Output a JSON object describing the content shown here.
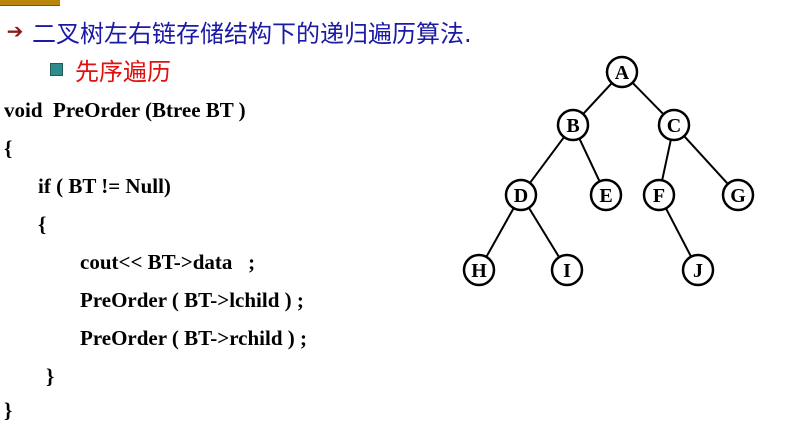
{
  "heading": {
    "text": "二叉树左右链存储结构下的递归遍历算法."
  },
  "subheading": {
    "text": "先序遍历"
  },
  "code": [
    "void  PreOrder (Btree BT )",
    "{",
    "if ( BT != Null)",
    "{",
    "cout<< BT->data   ;",
    "PreOrder ( BT->lchild ) ;",
    "PreOrder ( BT->rchild ) ;",
    "}",
    "}"
  ],
  "tree": {
    "nodes": [
      "A",
      "B",
      "C",
      "D",
      "E",
      "F",
      "G",
      "H",
      "I",
      "J"
    ],
    "edges": [
      [
        "A",
        "B"
      ],
      [
        "A",
        "C"
      ],
      [
        "B",
        "D"
      ],
      [
        "B",
        "E"
      ],
      [
        "C",
        "F"
      ],
      [
        "C",
        "G"
      ],
      [
        "D",
        "H"
      ],
      [
        "D",
        "I"
      ],
      [
        "F",
        "J"
      ]
    ]
  },
  "colors": {
    "heading": "#1a1aa6",
    "subheading": "#e01010",
    "bullet_square": "#2f8a8a",
    "arrow": "#8b1a1a"
  }
}
